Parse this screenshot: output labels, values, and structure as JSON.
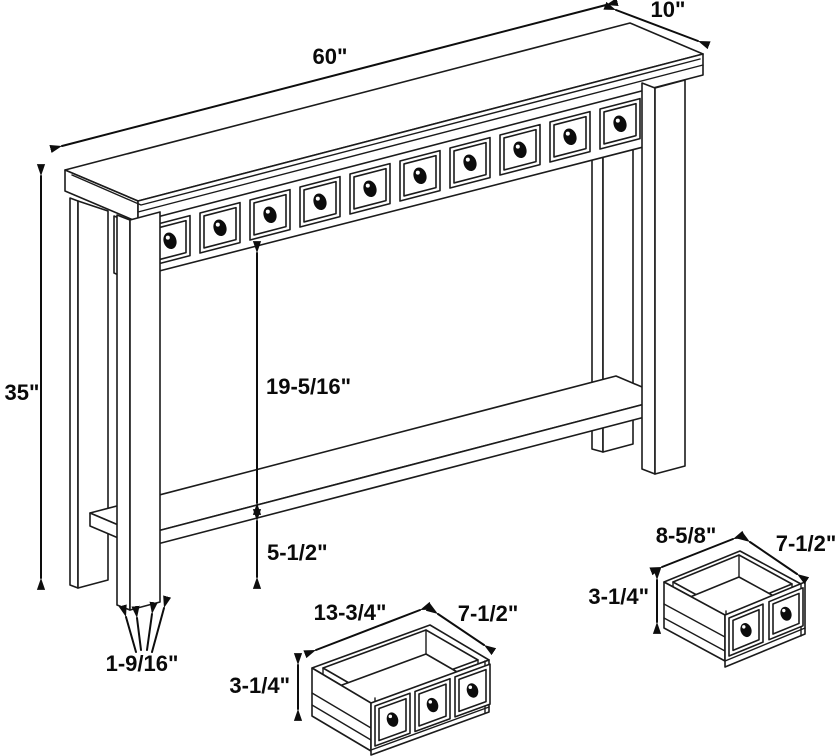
{
  "diagram": {
    "type": "furniture-dimension-diagram",
    "subject": "console table with apothecary drawer fronts, lower shelf, and two loose drawer boxes",
    "colors": {
      "line": "#1b1b1b",
      "background": "#ffffff"
    },
    "table": {
      "drawer_count": 10,
      "labels": {
        "width": "60\"",
        "depth": "10\"",
        "height": "35\"",
        "apron_to_shelf": "19-5/16\"",
        "shelf_clearance": "5-1/2\"",
        "leg_thickness": "1-9/16\""
      }
    },
    "large_drawer": {
      "panel_count": 3,
      "labels": {
        "width": "13-3/4\"",
        "depth": "7-1/2\"",
        "height": "3-1/4\""
      }
    },
    "small_drawer": {
      "panel_count": 2,
      "labels": {
        "width": "8-5/8\"",
        "depth": "7-1/2\"",
        "height": "3-1/4\""
      }
    }
  }
}
